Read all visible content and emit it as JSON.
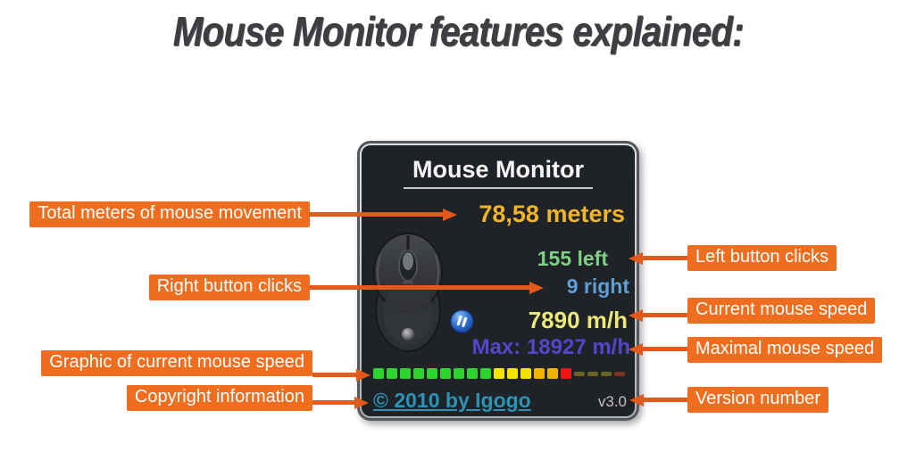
{
  "page": {
    "heading": "Mouse Monitor features explained:"
  },
  "widget": {
    "title": "Mouse Monitor",
    "total_meters": "78,58 meters",
    "left_clicks": "155 left",
    "right_clicks": "9 right",
    "current_speed": "7890 m/h",
    "max_speed": "Max: 18927 m/h",
    "copyright_link": "© 2010 by Igogo",
    "version": "v3.0"
  },
  "callouts": {
    "total_meters": "Total meters of mouse movement",
    "right_clicks": "Right button clicks",
    "speed_graph": "Graphic of current mouse speed",
    "copyright": "Copyright information",
    "left_clicks": "Left button clicks",
    "current_speed": "Current mouse speed",
    "max_speed": "Maximal mouse speed",
    "version": "Version number"
  },
  "speed_graph": {
    "segments": [
      {
        "color": "#2ed42e",
        "lit": true
      },
      {
        "color": "#2ed42e",
        "lit": true
      },
      {
        "color": "#2ed42e",
        "lit": true
      },
      {
        "color": "#2ed42e",
        "lit": true
      },
      {
        "color": "#2ed42e",
        "lit": true
      },
      {
        "color": "#2ed42e",
        "lit": true
      },
      {
        "color": "#2ed42e",
        "lit": true
      },
      {
        "color": "#2ed42e",
        "lit": true
      },
      {
        "color": "#2ed42e",
        "lit": true
      },
      {
        "color": "#f2e300",
        "lit": true
      },
      {
        "color": "#f2e300",
        "lit": true
      },
      {
        "color": "#f2e300",
        "lit": true
      },
      {
        "color": "#f0b400",
        "lit": true
      },
      {
        "color": "#f0b400",
        "lit": true
      },
      {
        "color": "#ee1414",
        "lit": true
      },
      {
        "color": "#6b6428",
        "lit": false
      },
      {
        "color": "#6b6428",
        "lit": false
      },
      {
        "color": "#6b6428",
        "lit": false
      },
      {
        "color": "#7a3522",
        "lit": false
      }
    ]
  },
  "colors": {
    "callout_bg": "#ee6d1f",
    "arrow": "#e2591c",
    "widget_bg": "#1f2226",
    "widget_frame": "#55595d",
    "total_meters_text": "#f0b42a",
    "left_clicks_text": "#7ed083",
    "right_clicks_text": "#5f9fd8",
    "current_speed_text": "#ece878",
    "max_speed_text": "#5246cc",
    "copyright_text": "#2d93b4",
    "version_text": "#c2c2c2",
    "heading_text": "#3d3d42"
  }
}
